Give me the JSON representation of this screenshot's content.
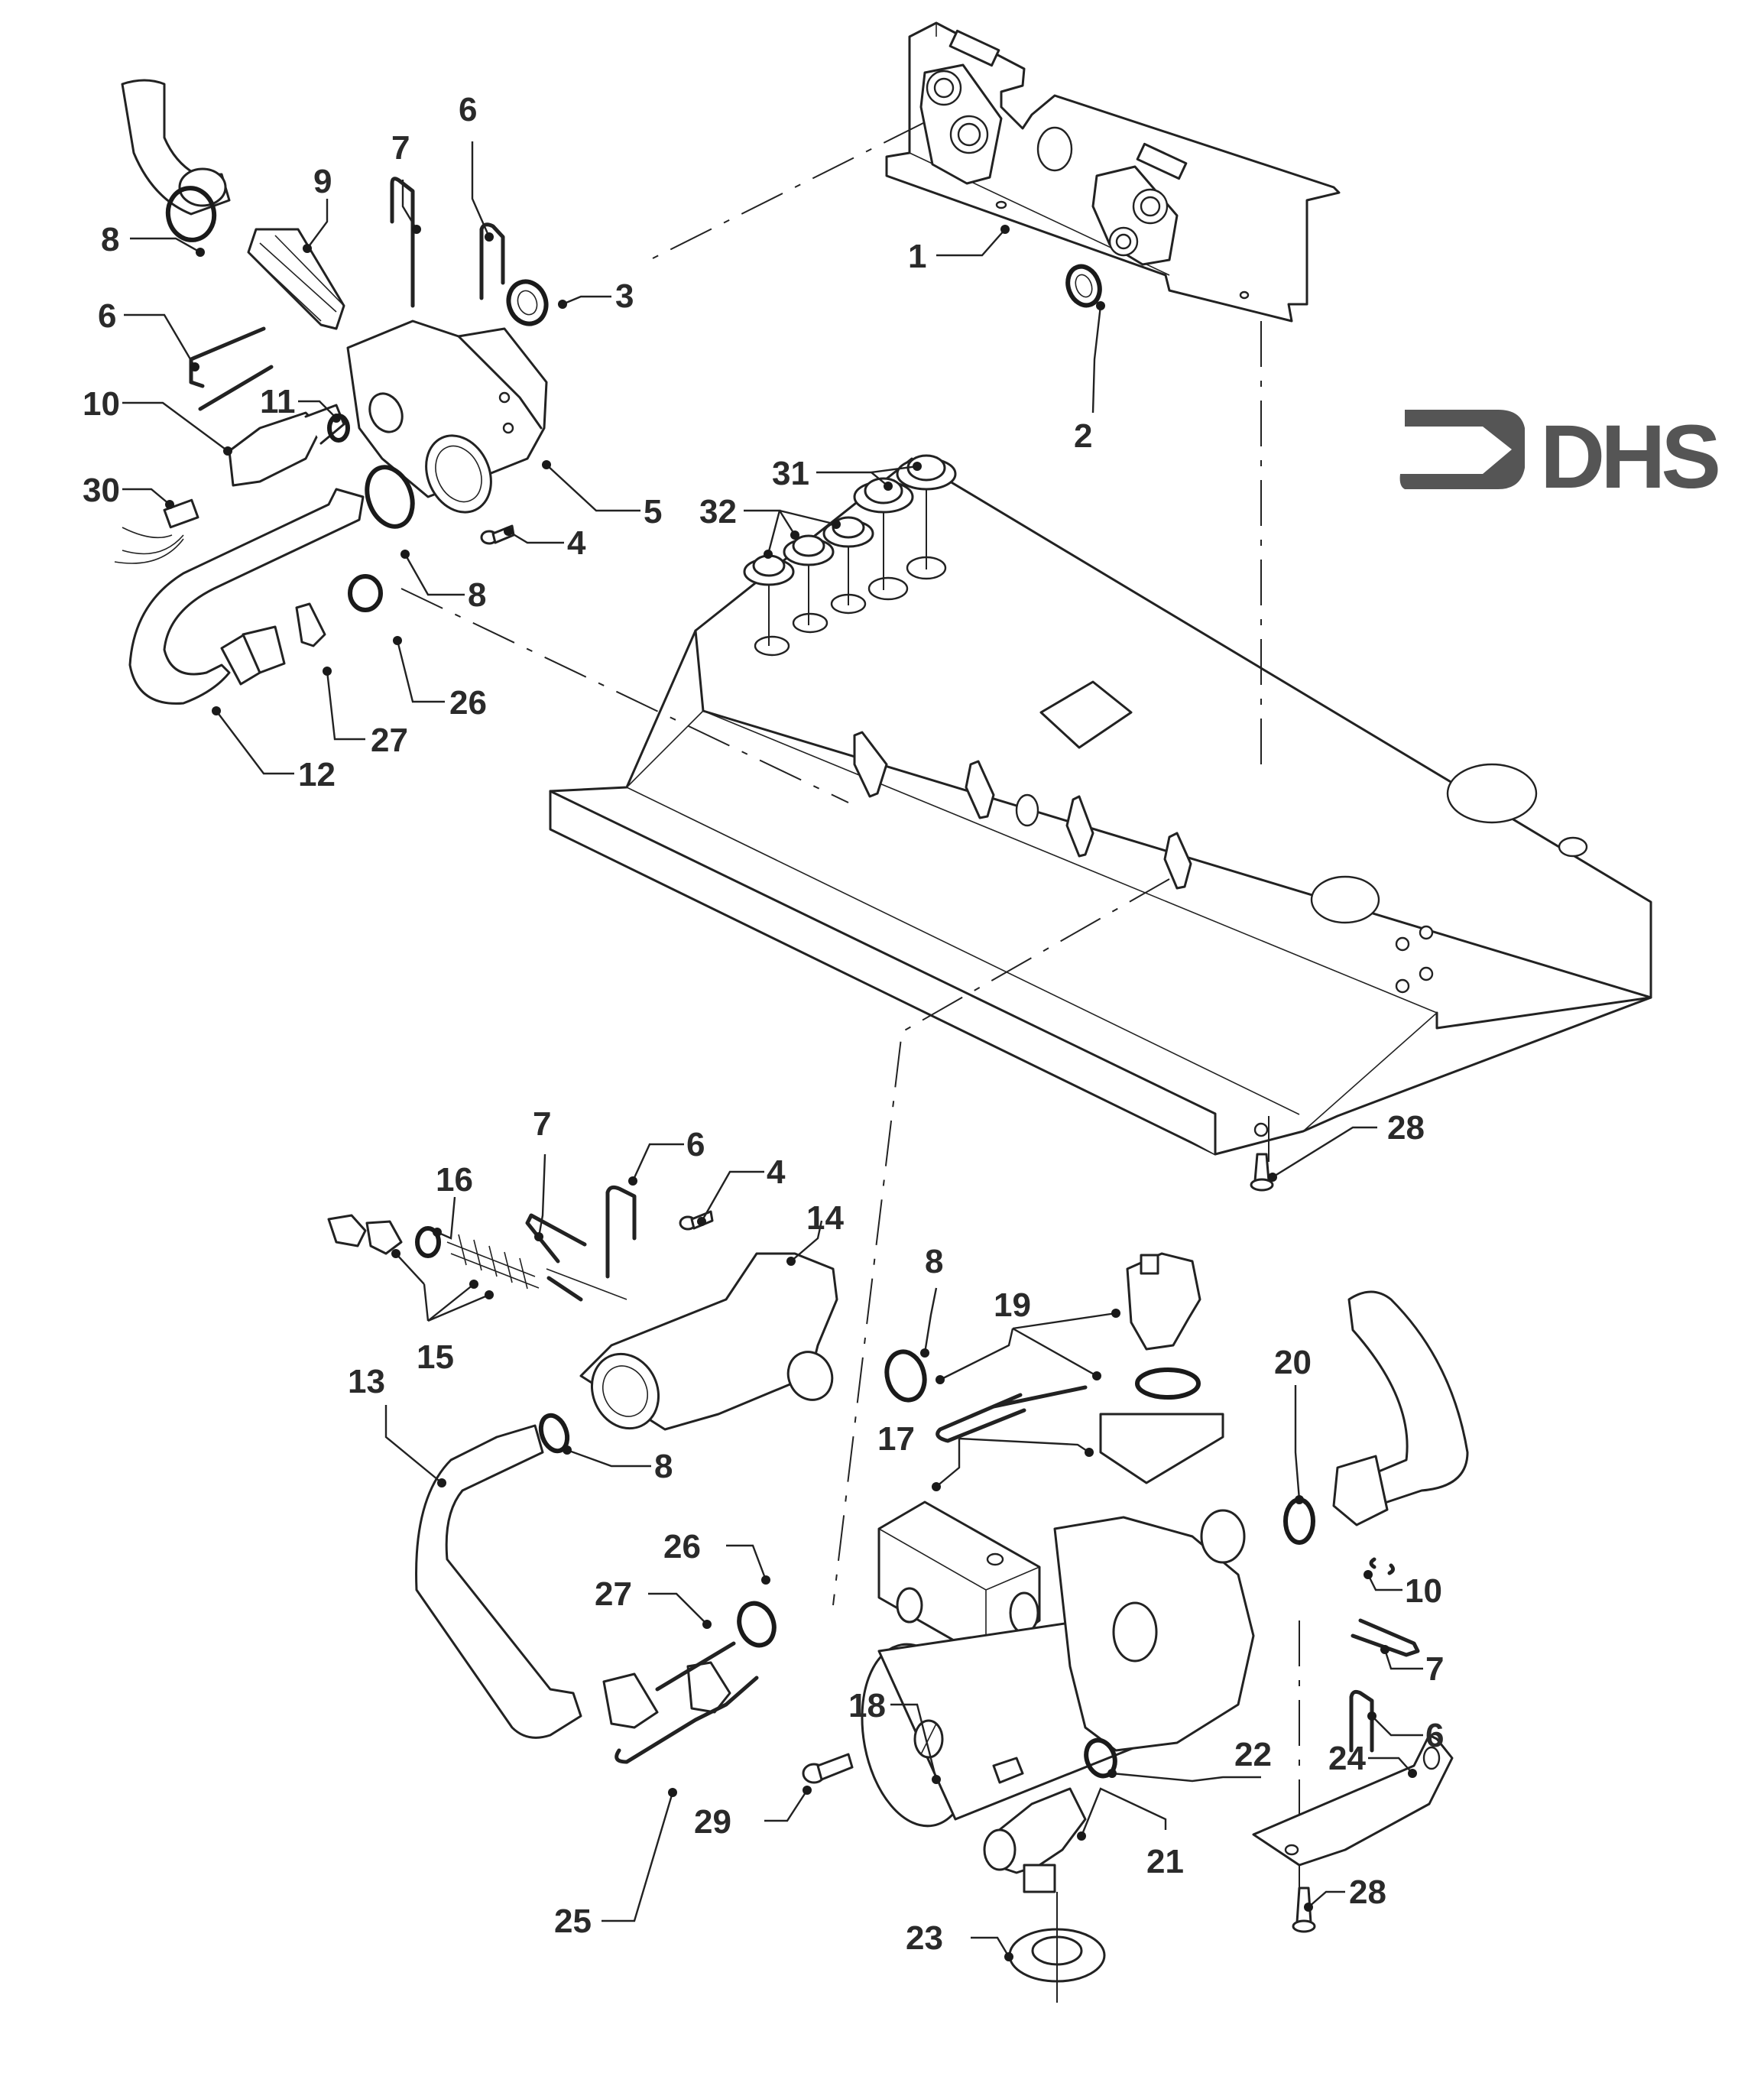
{
  "brand": {
    "logo_text": "DHS",
    "logo_color": "#555555"
  },
  "diagram": {
    "type": "exploded-parts-view",
    "subject": "boiler hydraulic assembly",
    "callouts": [
      {
        "id": "c1",
        "label": "1"
      },
      {
        "id": "c2",
        "label": "2"
      },
      {
        "id": "c3",
        "label": "3"
      },
      {
        "id": "c4a",
        "label": "4"
      },
      {
        "id": "c4b",
        "label": "4"
      },
      {
        "id": "c5",
        "label": "5"
      },
      {
        "id": "c6a",
        "label": "6"
      },
      {
        "id": "c6b",
        "label": "6"
      },
      {
        "id": "c6c",
        "label": "6"
      },
      {
        "id": "c6d",
        "label": "6"
      },
      {
        "id": "c7a",
        "label": "7"
      },
      {
        "id": "c7b",
        "label": "7"
      },
      {
        "id": "c7c",
        "label": "7"
      },
      {
        "id": "c8a",
        "label": "8"
      },
      {
        "id": "c8b",
        "label": "8"
      },
      {
        "id": "c8c",
        "label": "8"
      },
      {
        "id": "c8d",
        "label": "8"
      },
      {
        "id": "c9",
        "label": "9"
      },
      {
        "id": "c10a",
        "label": "10"
      },
      {
        "id": "c10b",
        "label": "10"
      },
      {
        "id": "c11",
        "label": "11"
      },
      {
        "id": "c12",
        "label": "12"
      },
      {
        "id": "c13",
        "label": "13"
      },
      {
        "id": "c14",
        "label": "14"
      },
      {
        "id": "c15",
        "label": "15"
      },
      {
        "id": "c16",
        "label": "16"
      },
      {
        "id": "c17",
        "label": "17"
      },
      {
        "id": "c18",
        "label": "18"
      },
      {
        "id": "c19",
        "label": "19"
      },
      {
        "id": "c20",
        "label": "20"
      },
      {
        "id": "c21",
        "label": "21"
      },
      {
        "id": "c22",
        "label": "22"
      },
      {
        "id": "c23",
        "label": "23"
      },
      {
        "id": "c24",
        "label": "24"
      },
      {
        "id": "c25",
        "label": "25"
      },
      {
        "id": "c26a",
        "label": "26"
      },
      {
        "id": "c26b",
        "label": "26"
      },
      {
        "id": "c27a",
        "label": "27"
      },
      {
        "id": "c27b",
        "label": "27"
      },
      {
        "id": "c28a",
        "label": "28"
      },
      {
        "id": "c28b",
        "label": "28"
      },
      {
        "id": "c29",
        "label": "29"
      },
      {
        "id": "c30",
        "label": "30"
      },
      {
        "id": "c31",
        "label": "31"
      },
      {
        "id": "c32",
        "label": "32"
      }
    ]
  }
}
